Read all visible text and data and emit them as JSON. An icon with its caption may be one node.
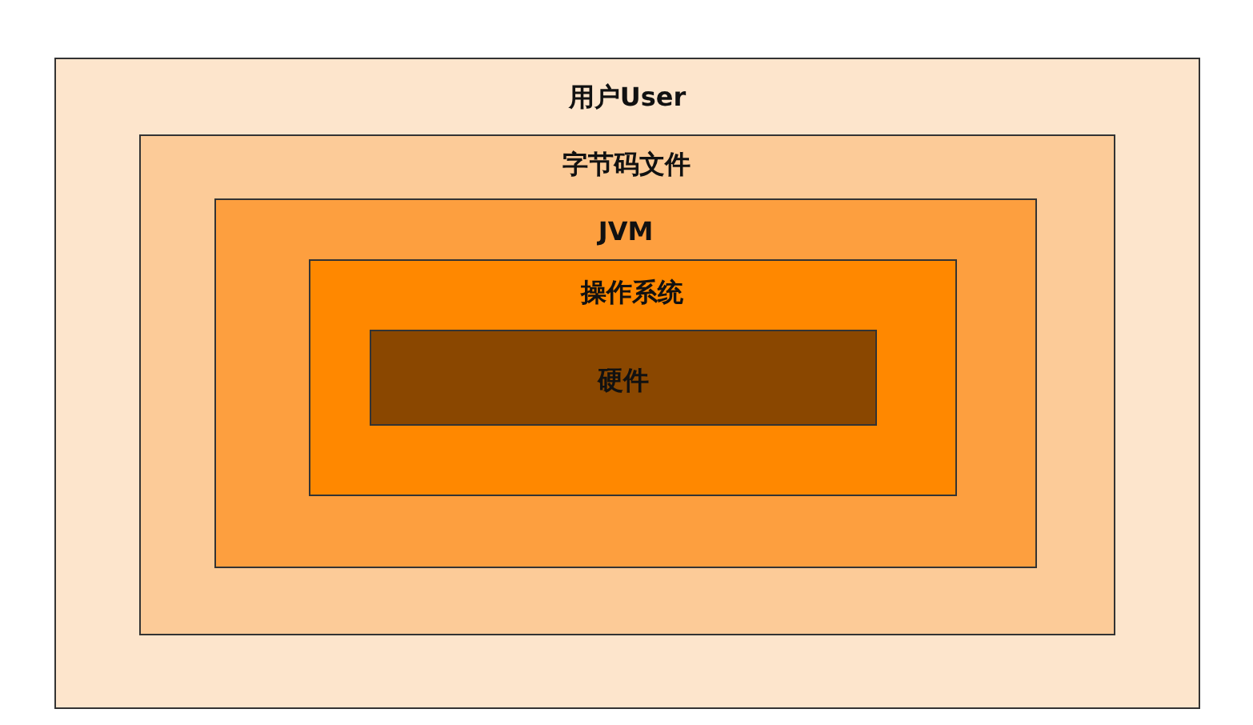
{
  "diagram": {
    "nodes": [
      {
        "text": [
          "用户User"
        ]
      },
      {
        "text": [
          "字节码文件"
        ],
        "in": 0
      },
      {
        "text": [
          "JVM"
        ],
        "in": 1
      },
      {
        "text": [
          "操作系统"
        ],
        "in": 2
      },
      {
        "text": [
          "硬件"
        ],
        "in": 3
      }
    ]
  }
}
